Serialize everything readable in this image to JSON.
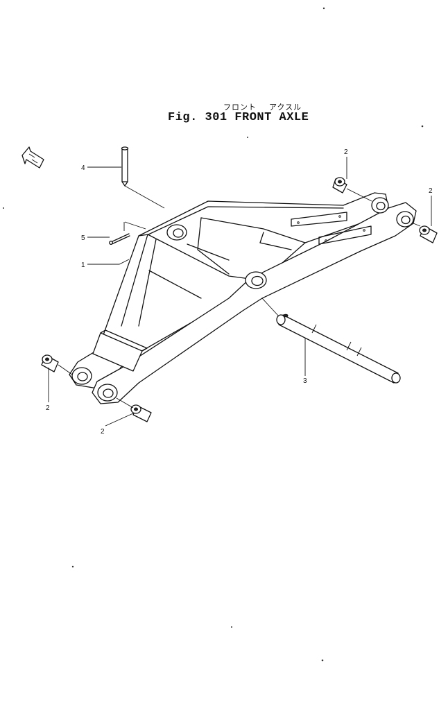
{
  "figure": {
    "title_jp_front": "フロント",
    "title_jp_axle": "アクスル",
    "title_en": "Fig. 301 FRONT AXLE"
  },
  "callouts": {
    "part_1": "1",
    "part_2_top": "2",
    "part_2_right": "2",
    "part_2_left": "2",
    "part_2_bottom": "2",
    "part_3": "3",
    "part_4": "4",
    "part_5": "5"
  },
  "parts": [
    {
      "number": "1",
      "name": "front-axle-frame"
    },
    {
      "number": "2",
      "name": "bushing"
    },
    {
      "number": "3",
      "name": "pin"
    },
    {
      "number": "4",
      "name": "pin"
    },
    {
      "number": "5",
      "name": "cotter-pin"
    }
  ],
  "icons": {
    "direction_indicator": "front-direction-arrow-icon"
  }
}
